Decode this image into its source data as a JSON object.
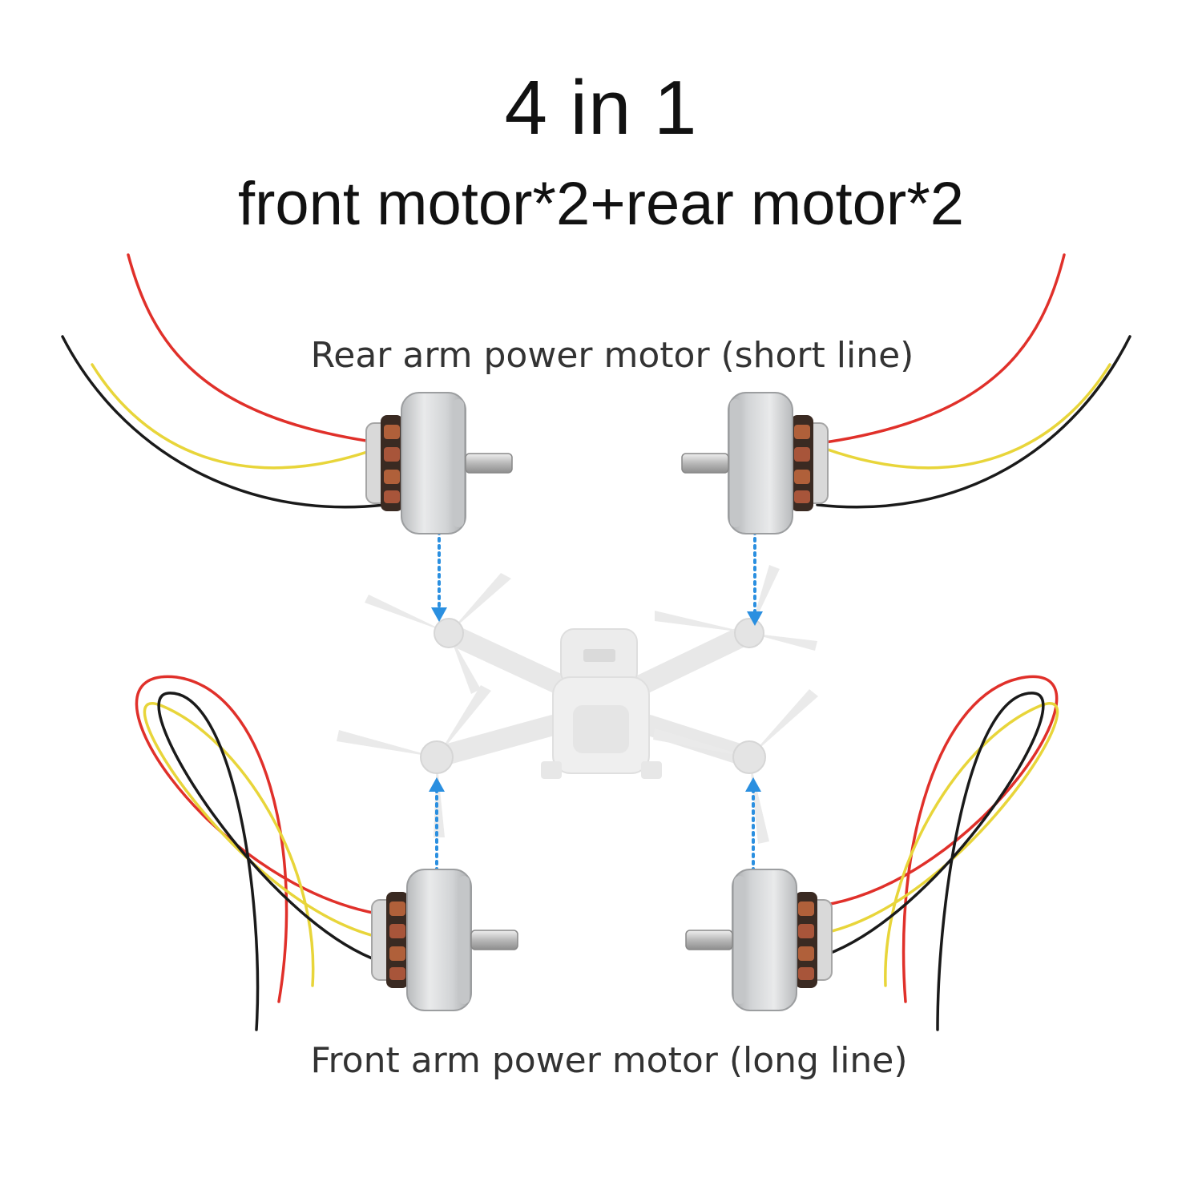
{
  "header": {
    "title": "4 in 1",
    "subtitle": "front motor*2+rear motor*2"
  },
  "labels": {
    "rear": "Rear arm power motor (short line)",
    "front": "Front arm power motor (long line)"
  },
  "colors": {
    "wire_red": "#e0302a",
    "wire_yellow": "#e8d53a",
    "wire_black": "#1a1a1a",
    "arrow_blue": "#2a8fe0",
    "motor_silver": "#cfd1d3",
    "drone_gray": "#e6e6e6"
  },
  "icons": {
    "motor": "brushless-motor-icon",
    "drone": "fpv-drone-icon",
    "arrow": "dotted-arrow-icon"
  }
}
